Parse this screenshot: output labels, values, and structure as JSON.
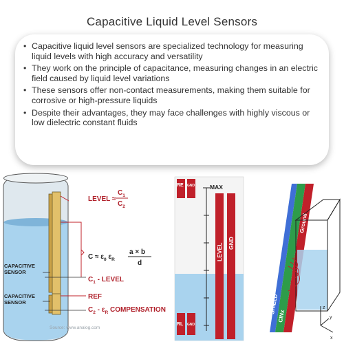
{
  "title": "Capacitive Liquid Level Sensors",
  "bullets": [
    "Capacitive liquid level sensors are specialized technology for measuring liquid levels with high accuracy and versatility",
    "They work on the principle of capacitance, measuring changes in an electric field caused by liquid level variations",
    "These sensors offer non-contact measurements, making them suitable for corrosive or high-pressure liquids",
    "Despite their advantages, they may face challenges with highly viscous or low dielectric constant fluids"
  ],
  "diagram_left": {
    "level_eq": "LEVEL ≈",
    "c1": "C",
    "c1_sub": "1",
    "c2": "C",
    "c2_sub": "2",
    "cap_eq_lhs": "C ≈ ε",
    "cap_eq_sub0": "0",
    "cap_eq_mid": " ε",
    "cap_eq_subR": "R",
    "cap_eq_num": "a × b",
    "cap_eq_den": "d",
    "sensor_label_1a": "CAPACITIVE",
    "sensor_label_1b": "SENSOR",
    "sensor_label_2a": "CAPACITIVE",
    "sensor_label_2b": "SENSOR",
    "c1_level": "C",
    "c1_level_sub": "1",
    "c1_level_text": " - LEVEL",
    "ref": "REF",
    "c2_comp": "C",
    "c2_comp_sub": "2",
    "c2_comp_mid": " - ε",
    "c2_comp_subR": "R",
    "c2_comp_text": " COMPENSATION",
    "credit": "Source: www.analog.com"
  },
  "diagram_mid": {
    "re": "RE",
    "gnd_top": "GND",
    "max": "MAX",
    "level": "LEVEL",
    "gnd": "GND",
    "rl": "RL",
    "gnd_bottom": "GND"
  },
  "diagram_right": {
    "shield": "SHIELD",
    "cinx": "CINx",
    "ground": "Ground",
    "z": "z",
    "y": "y",
    "x": "x"
  },
  "colors": {
    "liquid": "#a9d3ee",
    "tank": "#dfe8ee",
    "sensor": "#e2c06a",
    "red": "#c0202a",
    "label_red": "#b0202a",
    "shield_blue": "#3f6fd6",
    "ground_green": "#2e9c4a"
  }
}
